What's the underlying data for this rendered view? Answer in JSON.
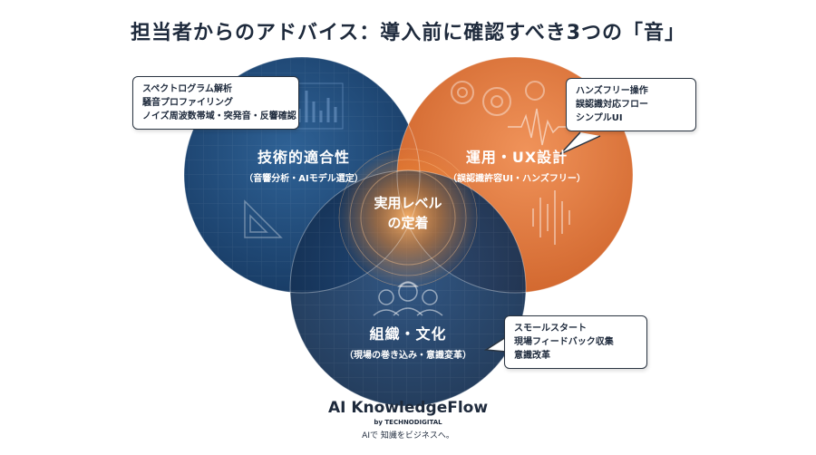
{
  "title": "担当者からのアドバイス：導入前に確認すべき3つの「音」",
  "circles": {
    "tech": {
      "title": "技術的適合性",
      "subtitle": "（音響分析・AIモデル選定）",
      "color": "#1f4a7a"
    },
    "ops": {
      "title": "運用・UX設計",
      "subtitle": "（誤認識許容UI・ハンズフリー）",
      "color": "#e07a3c"
    },
    "org": {
      "title": "組織・文化",
      "subtitle": "（現場の巻き込み・意識変革）",
      "color": "#17365d"
    },
    "center": {
      "line1": "実用レベル",
      "line2": "の定着",
      "glow_color": "#f28a2e"
    }
  },
  "callouts": {
    "tech": [
      "スペクトログラム解析",
      "騒音プロファイリング",
      "ノイズ周波数帯域・突発音・反響確認"
    ],
    "ops": [
      "ハンズフリー操作",
      "誤認識対応フロー",
      "シンプルUI"
    ],
    "org": [
      "スモールスタート",
      "現場フィードバック収集",
      "意識改革"
    ]
  },
  "icons": [
    "spectrogram-icon",
    "ruler-triangle-icon",
    "gears-icon",
    "waveform-icon",
    "workers-icon"
  ],
  "brand": {
    "name": "AI KnowledgeFlow",
    "by": "by TECHNODIGITAL",
    "tagline": "AIで 知識をビジネスへ。"
  }
}
